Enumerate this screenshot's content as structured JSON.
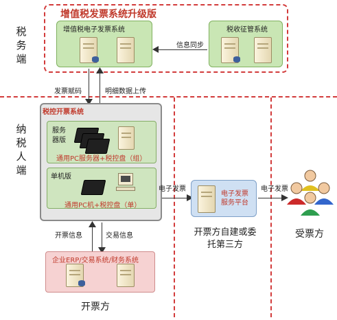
{
  "left_labels": {
    "tax_side": "税务端",
    "taxpayer_side": "纳税人端"
  },
  "top": {
    "title": "增值税发票系统升级版",
    "einvoice_system": "增值税电子发票系统",
    "tax_admin_system": "税收征管系统",
    "info_sync": "信息同步"
  },
  "arrows": {
    "code_assign": "发票赋码",
    "detail_upload": "明细数据上传",
    "einvoice_out": "电子发票",
    "einvoice_to_recipient": "电子发票",
    "invoice_info": "开票信息",
    "trade_info": "交易信息"
  },
  "issuer": {
    "panel_title": "税控开票系统",
    "server_ver_label": "服务器版",
    "server_ver_caption": "通用PC服务器+税控盘（组）",
    "standalone_label": "单机版",
    "standalone_caption": "通用PC机+税控盘（单）",
    "erp_title": "企业ERP/交易系统/财务系统",
    "bottom_label": "开票方"
  },
  "platform": {
    "label": "电子发票服务平台",
    "caption": "开票方自建或委托第三方"
  },
  "recipient": {
    "label": "受票方"
  }
}
